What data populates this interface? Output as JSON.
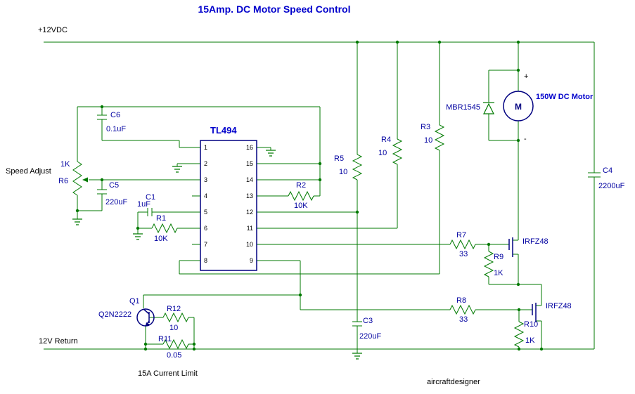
{
  "title": "15Amp. DC Motor Speed Control",
  "colors": {
    "wire_green": "#007A00",
    "device_navy": "#000080",
    "label_blue": "#0000A0",
    "title_blue": "#0000CC",
    "text_black": "#000000",
    "background": "#ffffff"
  },
  "rails": {
    "top": "+12VDC",
    "bottom": "12V Return"
  },
  "notes": {
    "speed_adjust": "Speed Adjust",
    "current_limit": "15A Current Limit",
    "credit": "aircraftdesigner"
  },
  "ic": {
    "name": "TL494",
    "pins_left": [
      "1",
      "2",
      "3",
      "4",
      "5",
      "6",
      "7",
      "8"
    ],
    "pins_right": [
      "16",
      "15",
      "14",
      "13",
      "12",
      "11",
      "10",
      "9"
    ]
  },
  "motor": {
    "label": "150W DC Motor",
    "symbol": "M",
    "plus": "+",
    "minus": "-"
  },
  "diode": {
    "part": "MBR1545"
  },
  "transistor": {
    "ref": "Q1",
    "part": "Q2N2222"
  },
  "mosfets": {
    "upper": "IRFZ48",
    "lower": "IRFZ48"
  },
  "components": {
    "c6": {
      "ref": "C6",
      "value": "0.1uF"
    },
    "r6": {
      "ref": "R6",
      "value": "1K"
    },
    "c5": {
      "ref": "C5",
      "value": "220uF"
    },
    "c1": {
      "ref": "C1",
      "value": "1uF"
    },
    "r1": {
      "ref": "R1",
      "value": "10K"
    },
    "r2": {
      "ref": "R2",
      "value": "10K"
    },
    "r5": {
      "ref": "R5",
      "value": "10"
    },
    "r4": {
      "ref": "R4",
      "value": "10"
    },
    "r3": {
      "ref": "R3",
      "value": "10"
    },
    "c4": {
      "ref": "C4",
      "value": "2200uF"
    },
    "c3": {
      "ref": "C3",
      "value": "220uF"
    },
    "r7": {
      "ref": "R7",
      "value": "33"
    },
    "r9": {
      "ref": "R9",
      "value": "1K"
    },
    "r8": {
      "ref": "R8",
      "value": "33"
    },
    "r10": {
      "ref": "R10",
      "value": "1K"
    },
    "r12": {
      "ref": "R12",
      "value": "10"
    },
    "r11": {
      "ref": "R11",
      "value": "0.05"
    }
  }
}
